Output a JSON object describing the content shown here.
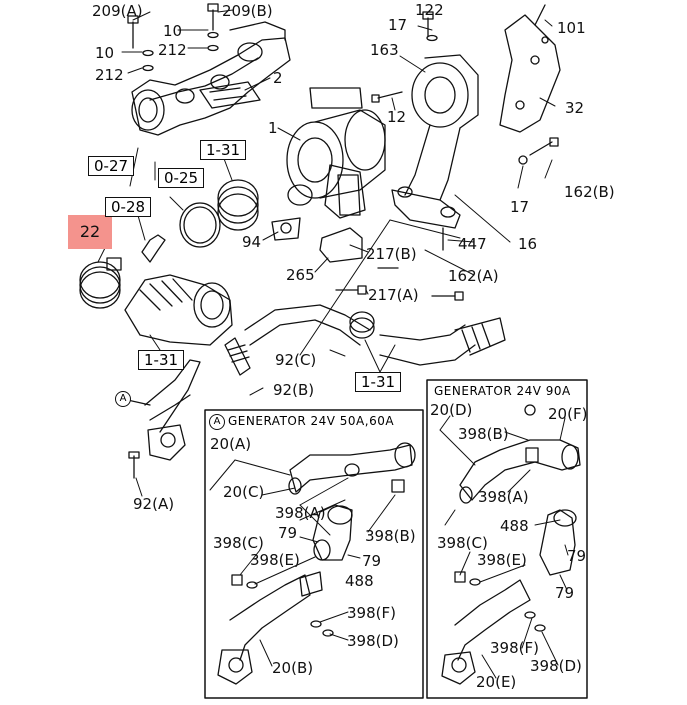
{
  "callouts": {
    "c209a": "209(A)",
    "c209b": "209(B)",
    "c10a": "10",
    "c212a": "212",
    "c10b": "10",
    "c212b": "212",
    "c2": "2",
    "c1": "1",
    "c122": "122",
    "c17a": "17",
    "c101": "101",
    "c163": "163",
    "c12": "12",
    "c32": "32",
    "c17b": "17",
    "c162b": "162(B)",
    "c447": "447",
    "c16": "16",
    "c162a": "162(A)",
    "c217b": "217(B)",
    "c217a": "217(A)",
    "c94": "94",
    "c265": "265",
    "c22": "22",
    "c92c": "92(C)",
    "c92b": "92(B)",
    "c92a": "92(A)",
    "p_20a": "20(A)",
    "p_20c": "20(C)",
    "p_398a": "398(A)",
    "p_398b": "398(B)",
    "p_79a": "79",
    "p_79b": "79",
    "p_398c": "398(C)",
    "p_398e": "398(E)",
    "p_488": "488",
    "p_398f": "398(F)",
    "p_398d": "398(D)",
    "p_20b": "20(B)",
    "q_20d": "20(D)",
    "q_398b": "398(B)",
    "q_20f": "20(F)",
    "q_398a": "398(A)",
    "q_488": "488",
    "q_79a": "79",
    "q_398c": "398(C)",
    "q_398e": "398(E)",
    "q_79b": "79",
    "q_398f": "398(F)",
    "q_398d": "398(D)",
    "q_20e": "20(E)"
  },
  "ref_boxes": {
    "b027": "0-27",
    "b131a": "1-31",
    "b025": "0-25",
    "b028": "0-28",
    "b131b": "1-31",
    "b131c": "1-31"
  },
  "marker": "A",
  "panels": {
    "left_title": "GENERATOR 24V 50A,60A",
    "right_title": "GENERATOR 24V 90A"
  },
  "colors": {
    "highlight": "#f4938d",
    "line": "#111111"
  }
}
